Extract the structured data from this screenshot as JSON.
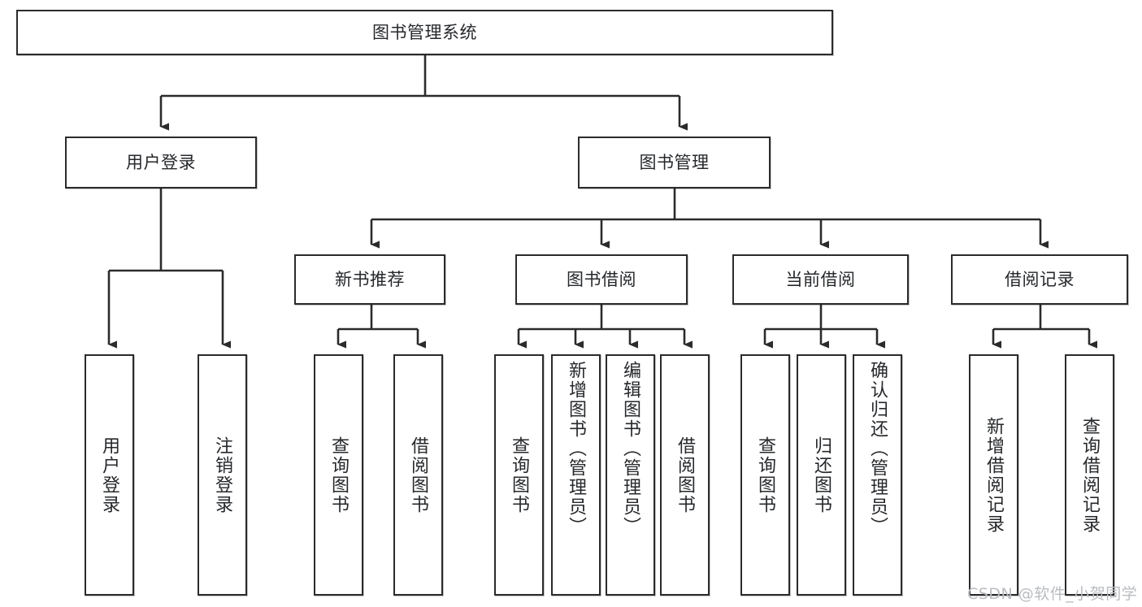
{
  "diagram": {
    "title": "图书管理系统",
    "type": "tree",
    "root": {
      "label": "图书管理系统"
    },
    "level2": [
      {
        "label": "用户登录"
      },
      {
        "label": "图书管理"
      }
    ],
    "level3": [
      {
        "label": "新书推荐"
      },
      {
        "label": "图书借阅"
      },
      {
        "label": "当前借阅"
      },
      {
        "label": "借阅记录"
      }
    ],
    "leaves": {
      "user_login": [
        {
          "label": "用户登录"
        },
        {
          "label": "注销登录"
        }
      ],
      "new_book_recommend": [
        {
          "label": "查询图书"
        },
        {
          "label": "借阅图书"
        }
      ],
      "book_borrow": [
        {
          "label": "查询图书"
        },
        {
          "label": "新增图书（管理员）"
        },
        {
          "label": "编辑图书（管理员）"
        },
        {
          "label": "借阅图书"
        }
      ],
      "current_borrow": [
        {
          "label": "查询图书"
        },
        {
          "label": "归还图书"
        },
        {
          "label": "确认归还（管理员）"
        }
      ],
      "borrow_record": [
        {
          "label": "新增借阅记录"
        },
        {
          "label": "查询借阅记录"
        }
      ]
    }
  },
  "watermark": {
    "text": "CSDN @软件_小贺同学"
  },
  "colors": {
    "stroke": "#2b2b2b",
    "fill": "#ffffff",
    "text": "#26282b",
    "watermark": "#b9bcc0"
  }
}
